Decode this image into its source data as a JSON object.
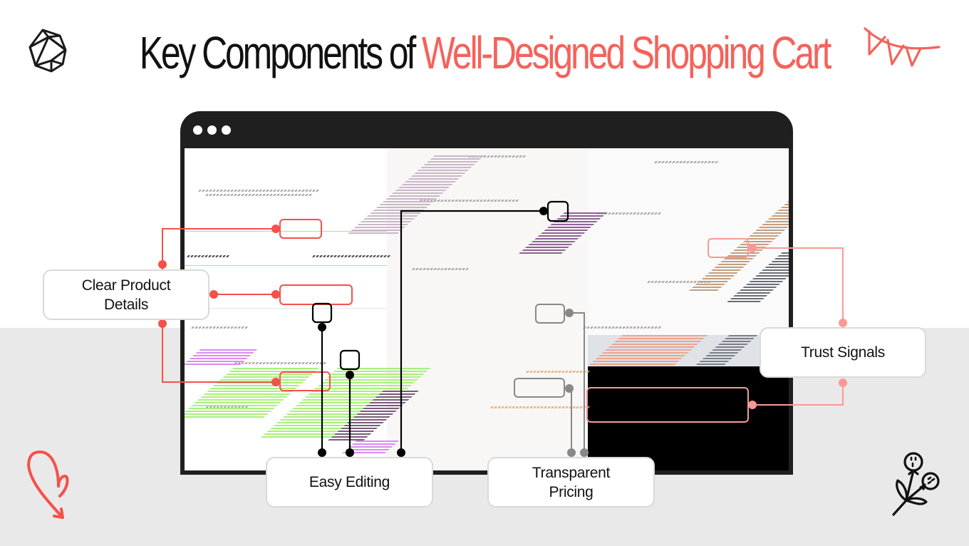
{
  "title": {
    "prefix": "Key Components of ",
    "highlight": "Well-Designed Shopping Cart"
  },
  "colors": {
    "accent": "#f5625a",
    "accent_light": "#f79a96",
    "dark": "#1f1f1f",
    "gray_connector": "#888888",
    "bottom_bg": "#e9e9e9"
  },
  "icons": {
    "top_left": "icosahedron-icon",
    "top_right": "bunting-flags-icon",
    "bottom_left": "heart-arrow-icon",
    "bottom_right": "flower-sprig-icon"
  },
  "browser": {
    "window_dots": 3
  },
  "callouts": [
    {
      "id": "clear-product-details",
      "line1": "Clear Product",
      "line2": "Details"
    },
    {
      "id": "easy-editing",
      "line1": "Easy Editing",
      "line2": ""
    },
    {
      "id": "transparent-pricing",
      "line1": "Transparent",
      "line2": "Pricing"
    },
    {
      "id": "trust-signals",
      "line1": "Trust Signals",
      "line2": ""
    }
  ]
}
